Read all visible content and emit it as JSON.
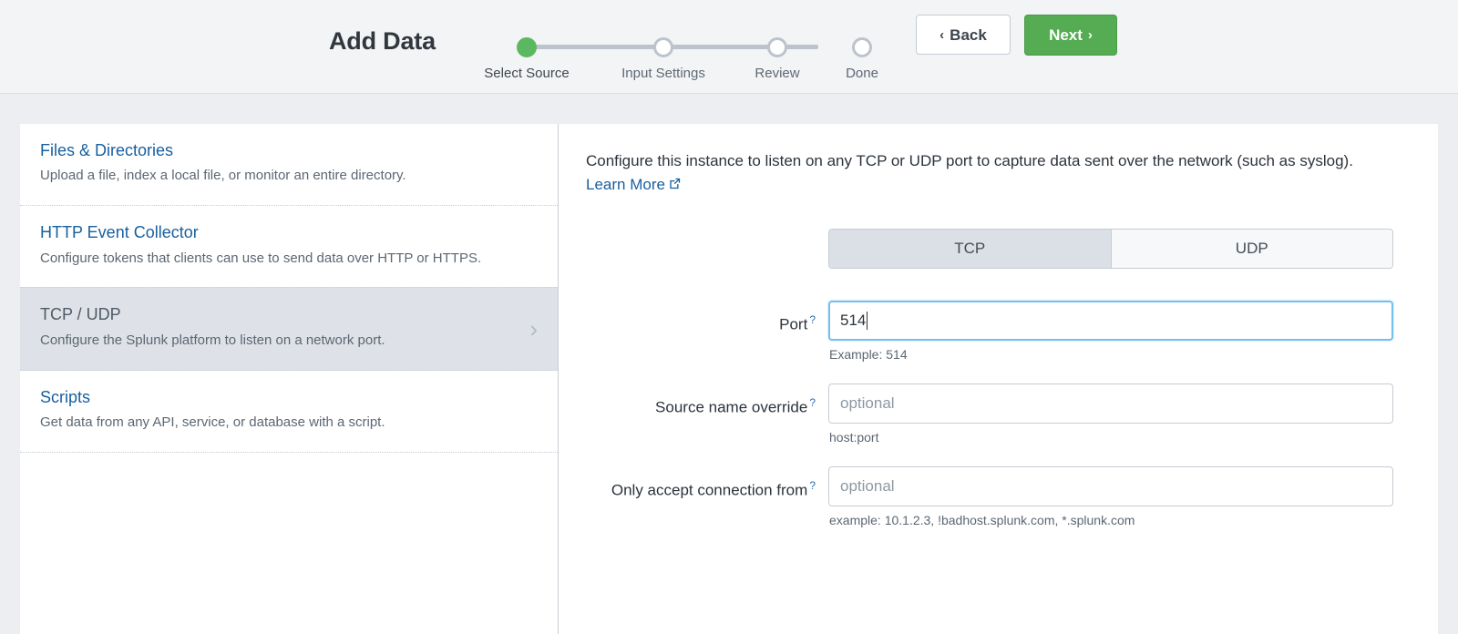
{
  "header": {
    "title": "Add Data",
    "steps": [
      {
        "label": "Select Source",
        "state": "active"
      },
      {
        "label": "Input Settings",
        "state": "pending"
      },
      {
        "label": "Review",
        "state": "pending"
      },
      {
        "label": "Done",
        "state": "pending"
      }
    ],
    "back_button": {
      "label": "Back",
      "chevron": "‹"
    },
    "next_button": {
      "label": "Next",
      "chevron": "›"
    },
    "accent_green": "#55ac53",
    "link_blue": "#175f9e"
  },
  "sidebar": {
    "items": [
      {
        "title": "Files & Directories",
        "desc": "Upload a file, index a local file, or monitor an entire directory.",
        "selected": false
      },
      {
        "title": "HTTP Event Collector",
        "desc": "Configure tokens that clients can use to send data over HTTP or HTTPS.",
        "selected": false
      },
      {
        "title": "TCP / UDP",
        "desc": "Configure the Splunk platform to listen on a network port.",
        "selected": true,
        "chevron": "›"
      },
      {
        "title": "Scripts",
        "desc": "Get data from any API, service, or database with a script.",
        "selected": false
      }
    ]
  },
  "main": {
    "intro_text_1": "Configure this instance to listen on any TCP or UDP port to capture data sent over the network (such as syslog). ",
    "intro_link": "Learn More",
    "protocol_toggle": {
      "options": [
        "TCP",
        "UDP"
      ],
      "selected": "TCP"
    },
    "fields": [
      {
        "label": "Port",
        "help": "?",
        "value": "514",
        "placeholder": "",
        "hint": "Example: 514",
        "focused": true
      },
      {
        "label": "Source name override",
        "help": "?",
        "value": "",
        "placeholder": "optional",
        "hint": "host:port",
        "focused": false
      },
      {
        "label": "Only accept connection from",
        "help": "?",
        "value": "",
        "placeholder": "optional",
        "hint": "example: 10.1.2.3, !badhost.splunk.com, *.splunk.com",
        "focused": false
      }
    ]
  }
}
